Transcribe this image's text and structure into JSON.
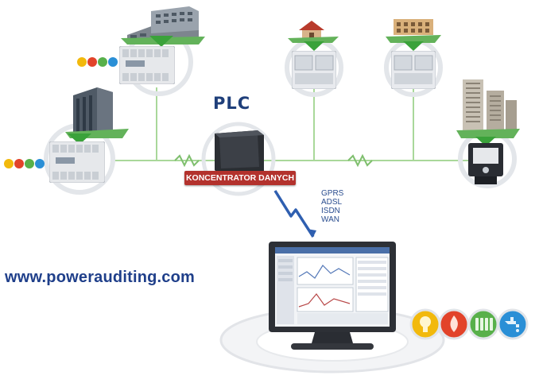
{
  "diagram": {
    "hub_title": "PLC",
    "concentrator_label": "KONCENTRATOR DANYCH",
    "networks": [
      "GPRS",
      "ADSL",
      "ISDN",
      "WAN"
    ],
    "website": "www.powerauditing.com"
  },
  "icons": {
    "utility_icons": [
      "lightbulb-icon",
      "flame-icon",
      "radiator-icon",
      "water-tap-icon"
    ],
    "colors": {
      "accent_red": "#b3322d",
      "title_blue": "#1f3f8a",
      "line_green": "#9ed08a",
      "arrow_green": "#3aa23a",
      "lightning_blue": "#2f5fb0",
      "utility_yellow": "#f2b90c",
      "utility_red": "#e2432a",
      "utility_green": "#58b04a",
      "utility_blue": "#2a8fd6"
    }
  }
}
